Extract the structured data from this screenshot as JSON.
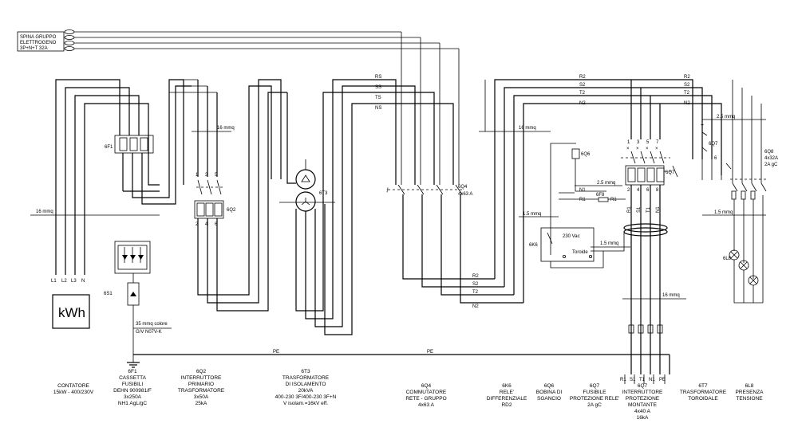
{
  "plug": {
    "line1": "SPINA GRUPPO",
    "line2": "ELETTROGENO",
    "line3": "3P+N+T 32A"
  },
  "meter": {
    "text": "kWh",
    "terminals": [
      "L1",
      "L2",
      "L3",
      "N"
    ]
  },
  "conductors": {
    "in_top": [
      "RS",
      "SS",
      "TS",
      "NS"
    ],
    "mid_top": [
      "R2",
      "S2",
      "T2",
      "N2"
    ],
    "right_top": [
      "R2",
      "S2",
      "T2",
      "N2"
    ],
    "bottom_bus": [
      "R2",
      "S2",
      "T2",
      "N2"
    ],
    "outputs": [
      "R1",
      "S1",
      "T1",
      "N1",
      "PE"
    ]
  },
  "pe_labels": [
    "PE",
    "PE"
  ],
  "wire_labels": {
    "w16a": "16 mmq",
    "w16b": "16 mmq",
    "w16c": "16 mmq",
    "w16d": "16 mmq",
    "w15a": "1.5 mmq",
    "w15b": "1.5 mmq",
    "w15c": "1.5 mmq",
    "w25a": "2.5 mmq",
    "w25b": "2.5 mmq",
    "w35": "35 mmq colore",
    "w35b": "G/V N07V-K"
  },
  "tags": {
    "f1": "6F1",
    "s1": "6S1",
    "q2": "6Q2",
    "t3": "6T3",
    "q4": "6Q4",
    "q4r": "4x63 A",
    "k6": "6K6",
    "q6": "6Q6",
    "q7": "6Q7",
    "q7r": "6Q7",
    "f8": "6F8",
    "lb": "6L8",
    "q8": "6Q8",
    "q8r1": "4x32A",
    "q8r2": "2A gC",
    "vac": "230 Vac",
    "tor": "Toroide"
  },
  "legend": [
    {
      "lines": [
        "CONTATORE",
        "15kW - 400/230V"
      ]
    },
    {
      "lines": [
        "6F1",
        "CASSETTA",
        "FUSIBILI",
        "DEHN 900981/F",
        "3x250A",
        "NH1 AgL/gC"
      ]
    },
    {
      "lines": [
        "6Q2",
        "INTERRUTTORE",
        "PRIMARIO",
        "TRASFORMATORE",
        "3x50A",
        "25kA"
      ]
    },
    {
      "lines": [
        "6T3",
        "TRASFORMATORE",
        "DI ISOLAMENTO",
        "20kVA",
        "400-230 3F/400-230 3F+N",
        "V isolam.=16kV eff."
      ]
    },
    {
      "lines": [
        "6Q4",
        "COMMUTATORE",
        "RETE - GRUPPO",
        "4x63 A"
      ]
    },
    {
      "lines": [
        "6K6",
        "RELE'",
        "DIFFERENZIALE",
        "RD2"
      ]
    },
    {
      "lines": [
        "6Q6",
        "BOBINA DI",
        "SGANCIO"
      ]
    },
    {
      "lines": [
        "6Q7",
        "FUSIBILE",
        "PROTEZIONE RELE'",
        "2A gC"
      ]
    },
    {
      "lines": [
        "6Q7",
        "INTERRUTTORE",
        "PROTEZIONE",
        "MONTANTE",
        "4x40 A",
        "16kA"
      ]
    },
    {
      "lines": [
        "6T7",
        "TRASFORMATORE",
        "TOROIDALE"
      ]
    },
    {
      "lines": [
        "6L8",
        "PRESENZA",
        "TENSIONE"
      ]
    }
  ]
}
